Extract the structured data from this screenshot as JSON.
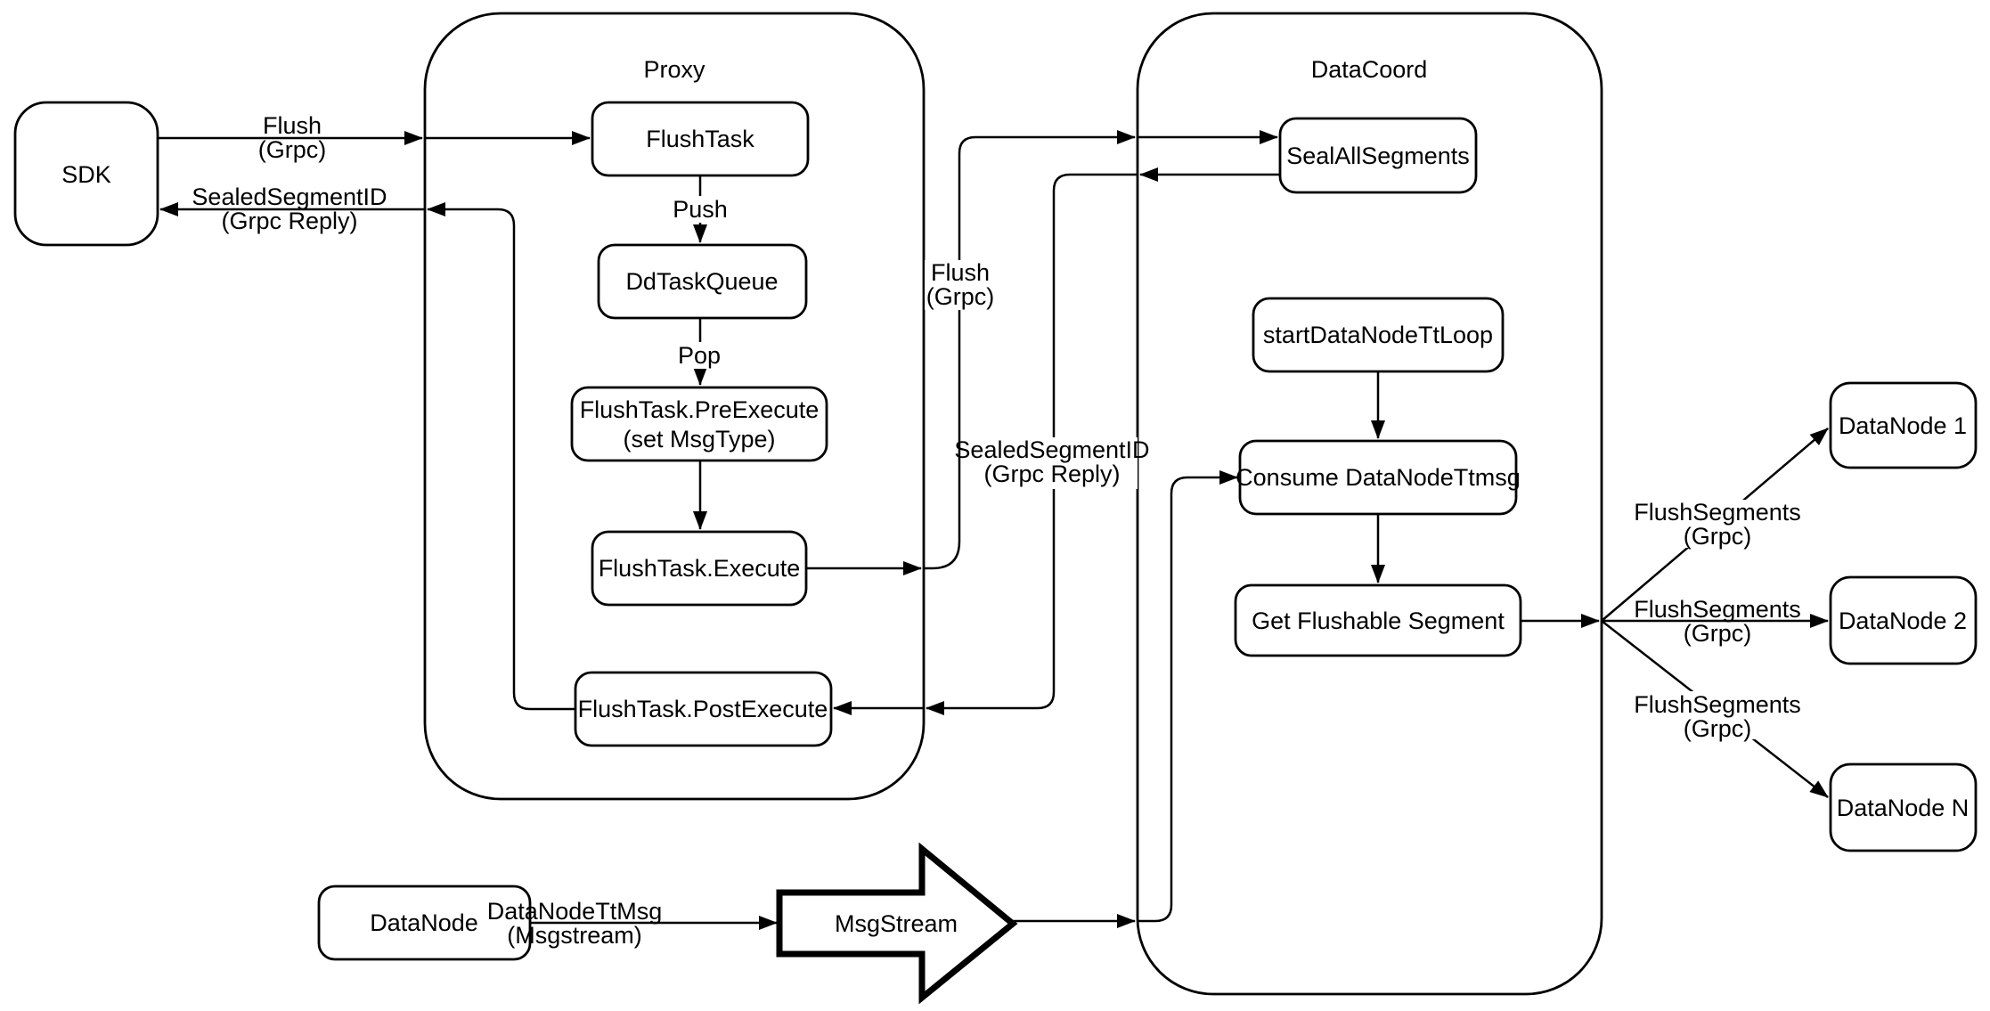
{
  "diagram": {
    "title": "Flush procedure diagram",
    "colors": {
      "background": "#ffffff",
      "stroke": "#000000",
      "text": "#000000"
    }
  },
  "containers": {
    "proxy": {
      "title": "Proxy"
    },
    "datacoord": {
      "title": "DataCoord"
    }
  },
  "nodes": {
    "sdk": {
      "label": "SDK"
    },
    "flush_task": {
      "label": "FlushTask"
    },
    "dd_task_queue": {
      "label": "DdTaskQueue"
    },
    "pre_execute": {
      "line1": "FlushTask.PreExecute",
      "line2": "(set MsgType)"
    },
    "execute": {
      "label": "FlushTask.Execute"
    },
    "post_execute": {
      "label": "FlushTask.PostExecute"
    },
    "seal_all_segments": {
      "label": "SealAllSegments"
    },
    "start_tt_loop": {
      "label": "startDataNodeTtLoop"
    },
    "consume_ttmsg": {
      "label": "Consume DataNodeTtmsg"
    },
    "get_flushable": {
      "label": "Get Flushable Segment"
    },
    "datanode_1": {
      "label": "DataNode 1"
    },
    "datanode_2": {
      "label": "DataNode 2"
    },
    "datanode_n": {
      "label": "DataNode N"
    },
    "datanode_src": {
      "label": "DataNode"
    },
    "msgstream": {
      "label": "MsgStream"
    }
  },
  "edge_labels": {
    "flush_sdk": {
      "line1": "Flush",
      "line2": "(Grpc)"
    },
    "sealed_sdk": {
      "line1": "SealedSegmentID",
      "line2": "(Grpc Reply)"
    },
    "push": {
      "text": "Push"
    },
    "pop": {
      "text": "Pop"
    },
    "flush_mid": {
      "line1": "Flush",
      "line2": "(Grpc)"
    },
    "sealed_mid": {
      "line1": "SealedSegmentID",
      "line2": "(Grpc Reply)"
    },
    "flush_segments_1": {
      "line1": "FlushSegments",
      "line2": "(Grpc)"
    },
    "flush_segments_2": {
      "line1": "FlushSegments",
      "line2": "(Grpc)"
    },
    "flush_segments_3": {
      "line1": "FlushSegments",
      "line2": "(Grpc)"
    },
    "datanode_tt_msg": {
      "line1": "DataNodeTtMsg",
      "line2": "(Msgstream)"
    }
  }
}
